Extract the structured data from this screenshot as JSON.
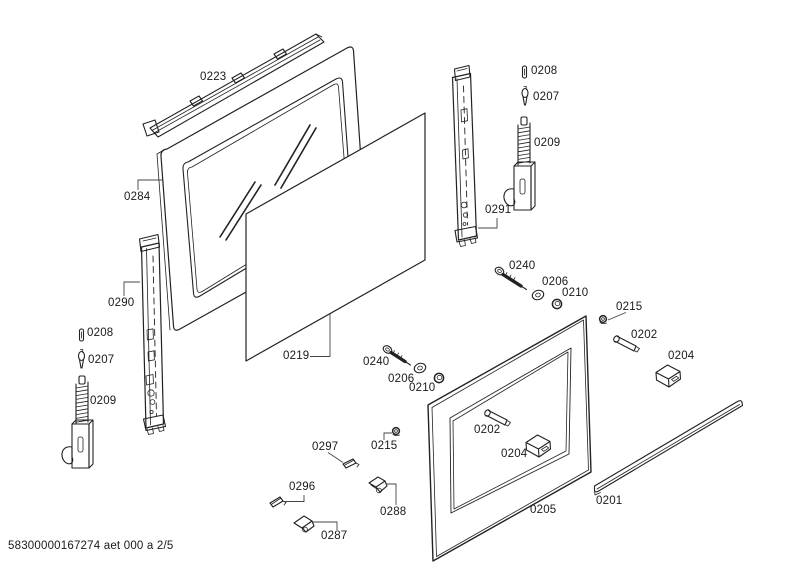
{
  "page": {
    "background": "#ffffff",
    "line_color": "#222222",
    "footer": "58300000167274 aet 000 a 2/5"
  },
  "diagram": {
    "type": "exploded-parts-diagram",
    "subject": "oven-door-assembly",
    "callouts": {
      "trim_top": "0223",
      "door_outer_frame": "0284",
      "hinge_rail_left": "0290",
      "hinge_rail_right": "0291",
      "inner_glass": "0219",
      "pin_left": "0208",
      "bolt_left": "0207",
      "hinge_left": "0209",
      "pin_right": "0208",
      "bolt_right": "0207",
      "hinge_right": "0209",
      "screw_upper": "0240",
      "washer_upper": "0206",
      "nut_upper": "0210",
      "screw_mid": "0240",
      "washer_mid": "0206",
      "nut_mid": "0210",
      "nut_side": "0215",
      "pin_side": "0202",
      "block_side": "0204",
      "pin_on_door": "0202",
      "block_on_door": "0204",
      "inner_door_panel": "0205",
      "trim_bottom": "0201",
      "screw_0297": "0297",
      "nut_bottom": "0215",
      "screw_0296": "0296",
      "bracket_0288": "0288",
      "bracket_0287": "0287"
    }
  }
}
